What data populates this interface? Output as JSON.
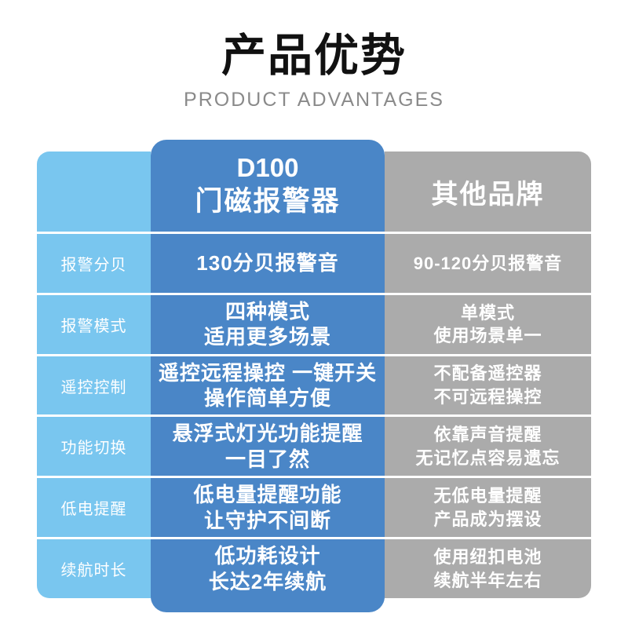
{
  "header": {
    "title": "产品优势",
    "subtitle": "PRODUCT ADVANTAGES"
  },
  "table": {
    "product_column_header": {
      "line1": "D100",
      "line2": "门磁报警器"
    },
    "competitor_column_header": "其他品牌",
    "rows": [
      {
        "label": "报警分贝",
        "product": "130分贝报警音",
        "competitor": "90-120分贝报警音"
      },
      {
        "label": "报警模式",
        "product": "四种模式\n适用更多场景",
        "competitor": "单模式\n使用场景单一"
      },
      {
        "label": "遥控控制",
        "product": "遥控远程操控 一键开关\n操作简单方便",
        "competitor": "不配备遥控器\n不可远程操控"
      },
      {
        "label": "功能切换",
        "product": "悬浮式灯光功能提醒\n一目了然",
        "competitor": "依靠声音提醒\n无记忆点容易遗忘"
      },
      {
        "label": "低电提醒",
        "product": "低电量提醒功能\n让守护不间断",
        "competitor": "无低电量提醒\n产品成为摆设"
      },
      {
        "label": "续航时长",
        "product": "低功耗设计\n长达2年续航",
        "competitor": "使用纽扣电池\n续航半年左右"
      }
    ]
  },
  "colors": {
    "title_text": "#111111",
    "subtitle_text": "#8a8a8a",
    "label_column_bg": "#79c6ef",
    "product_column_bg": "#4a86c7",
    "competitor_column_bg": "#ababab",
    "divider": "#ffffff",
    "table_text": "#ffffff"
  }
}
